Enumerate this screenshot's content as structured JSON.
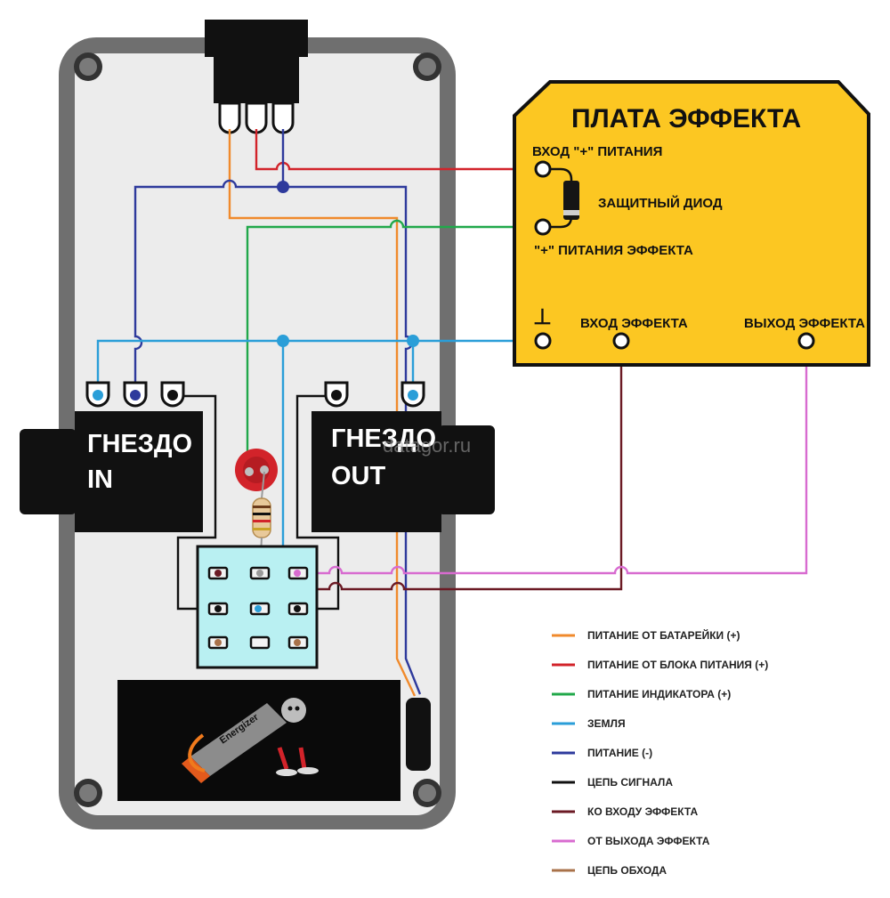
{
  "colors": {
    "battery": "#f08a2c",
    "psu": "#d2232a",
    "indicator": "#21a84a",
    "ground": "#2a9ed8",
    "negative": "#2e3a9c",
    "signal": "#111111",
    "to_effect": "#6b1a24",
    "from_effect": "#d86bd0",
    "bypass": "#a9724a",
    "board": "#fcc722",
    "switch": "#b9f0f2"
  },
  "board": {
    "title": "ПЛАТА ЭФФЕКТА",
    "power_in": "ВХОД \"+\" ПИТАНИЯ",
    "diode": "ЗАЩИТНЫЙ ДИОД",
    "power_out": "\"+\" ПИТАНИЯ ЭФФЕКТА",
    "ground_symbol": "⊥",
    "effect_in": "ВХОД ЭФФЕКТА",
    "effect_out": "ВЫХОД ЭФФЕКТА"
  },
  "jacks": {
    "in_line1": "ГНЕЗДО",
    "in_line2": "IN",
    "out_line1": "ГНЕЗДО",
    "out_line2": "OUT"
  },
  "battery_brand": "Energizer",
  "watermark": "datagor.ru",
  "legend": [
    {
      "key": "battery",
      "label": "ПИТАНИЕ ОТ БАТАРЕЙКИ (+)"
    },
    {
      "key": "psu",
      "label": "ПИТАНИЕ ОТ БЛОКА ПИТАНИЯ (+)"
    },
    {
      "key": "indicator",
      "label": "ПИТАНИЕ ИНДИКАТОРА (+)"
    },
    {
      "key": "ground",
      "label": "ЗЕМЛЯ"
    },
    {
      "key": "negative",
      "label": "ПИТАНИЕ (-)"
    },
    {
      "key": "signal",
      "label": "ЦЕПЬ СИГНАЛА"
    },
    {
      "key": "to_effect",
      "label": "КО ВХОДУ ЭФФЕКТА"
    },
    {
      "key": "from_effect",
      "label": "ОТ ВЫХОДА ЭФФЕКТА"
    },
    {
      "key": "bypass",
      "label": "ЦЕПЬ ОБХОДА"
    }
  ]
}
